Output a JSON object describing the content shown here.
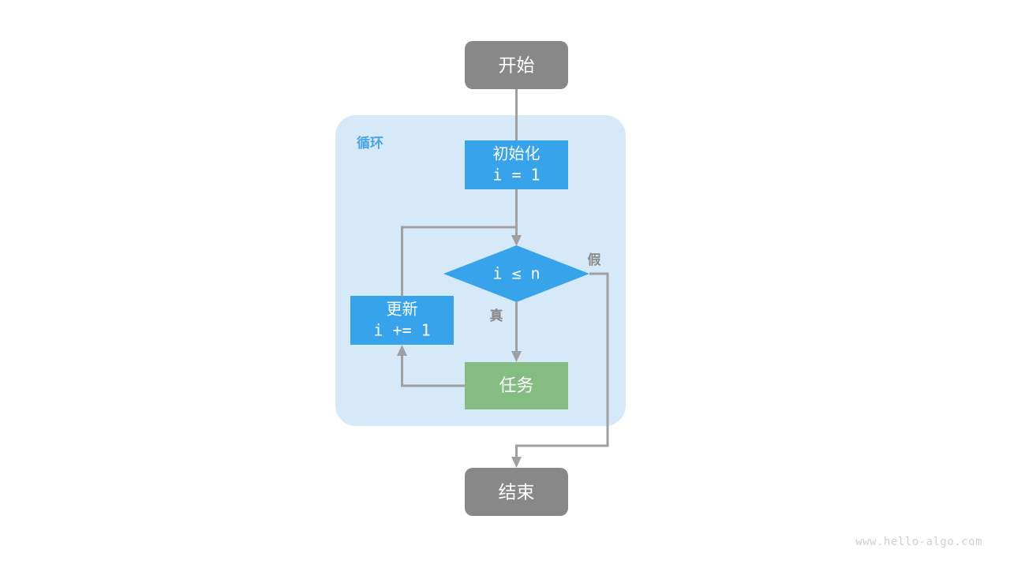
{
  "diagram": {
    "title": "for-loop-flowchart",
    "background": "#ffffff",
    "colors": {
      "terminal": "#888888",
      "process_blue": "#36a3eb",
      "task_green": "#85bc81",
      "group_fill": "#d6e9f8",
      "edge": "#a0a0a0",
      "label_text": "#8a8a8a",
      "group_label": "#4aa3e8",
      "node_text": "#ffffff",
      "watermark": "#cfcfcf"
    },
    "group": {
      "label": "循环"
    },
    "nodes": {
      "start": {
        "label": "开始"
      },
      "init": {
        "line1": "初始化",
        "line2": "i = 1"
      },
      "condition": {
        "label": "i ≤ n"
      },
      "update": {
        "line1": "更新",
        "line2": "i += 1"
      },
      "task": {
        "label": "任务"
      },
      "end": {
        "label": "结束"
      }
    },
    "edge_labels": {
      "true_branch": "真",
      "false_branch": "假"
    },
    "watermark": "www.hello-algo.com"
  }
}
